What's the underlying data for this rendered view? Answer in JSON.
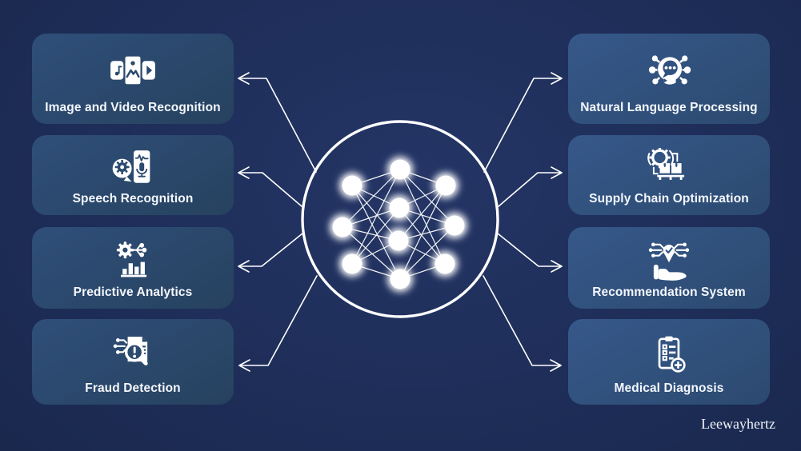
{
  "applications": {
    "left": [
      {
        "label": "Image and Video Recognition",
        "icon": "media-recognition-icon"
      },
      {
        "label": "Speech Recognition",
        "icon": "speech-recognition-icon"
      },
      {
        "label": "Predictive Analytics",
        "icon": "predictive-analytics-icon"
      },
      {
        "label": "Fraud Detection",
        "icon": "fraud-detection-icon"
      }
    ],
    "right": [
      {
        "label": "Natural Language Processing",
        "icon": "nlp-icon"
      },
      {
        "label": "Supply Chain Optimization",
        "icon": "supply-chain-icon"
      },
      {
        "label": "Recommendation System",
        "icon": "recommendation-icon"
      },
      {
        "label": "Medical Diagnosis",
        "icon": "medical-diagnosis-icon"
      }
    ]
  },
  "center_icon": "neural-network-icon",
  "watermark": "Leewayhertz",
  "colors": {
    "background_center": "#243566",
    "background_edge": "#131d3d",
    "card_left": "#2b4970",
    "card_right": "#305180",
    "line": "#ffffff",
    "text": "#f4f7fc"
  }
}
